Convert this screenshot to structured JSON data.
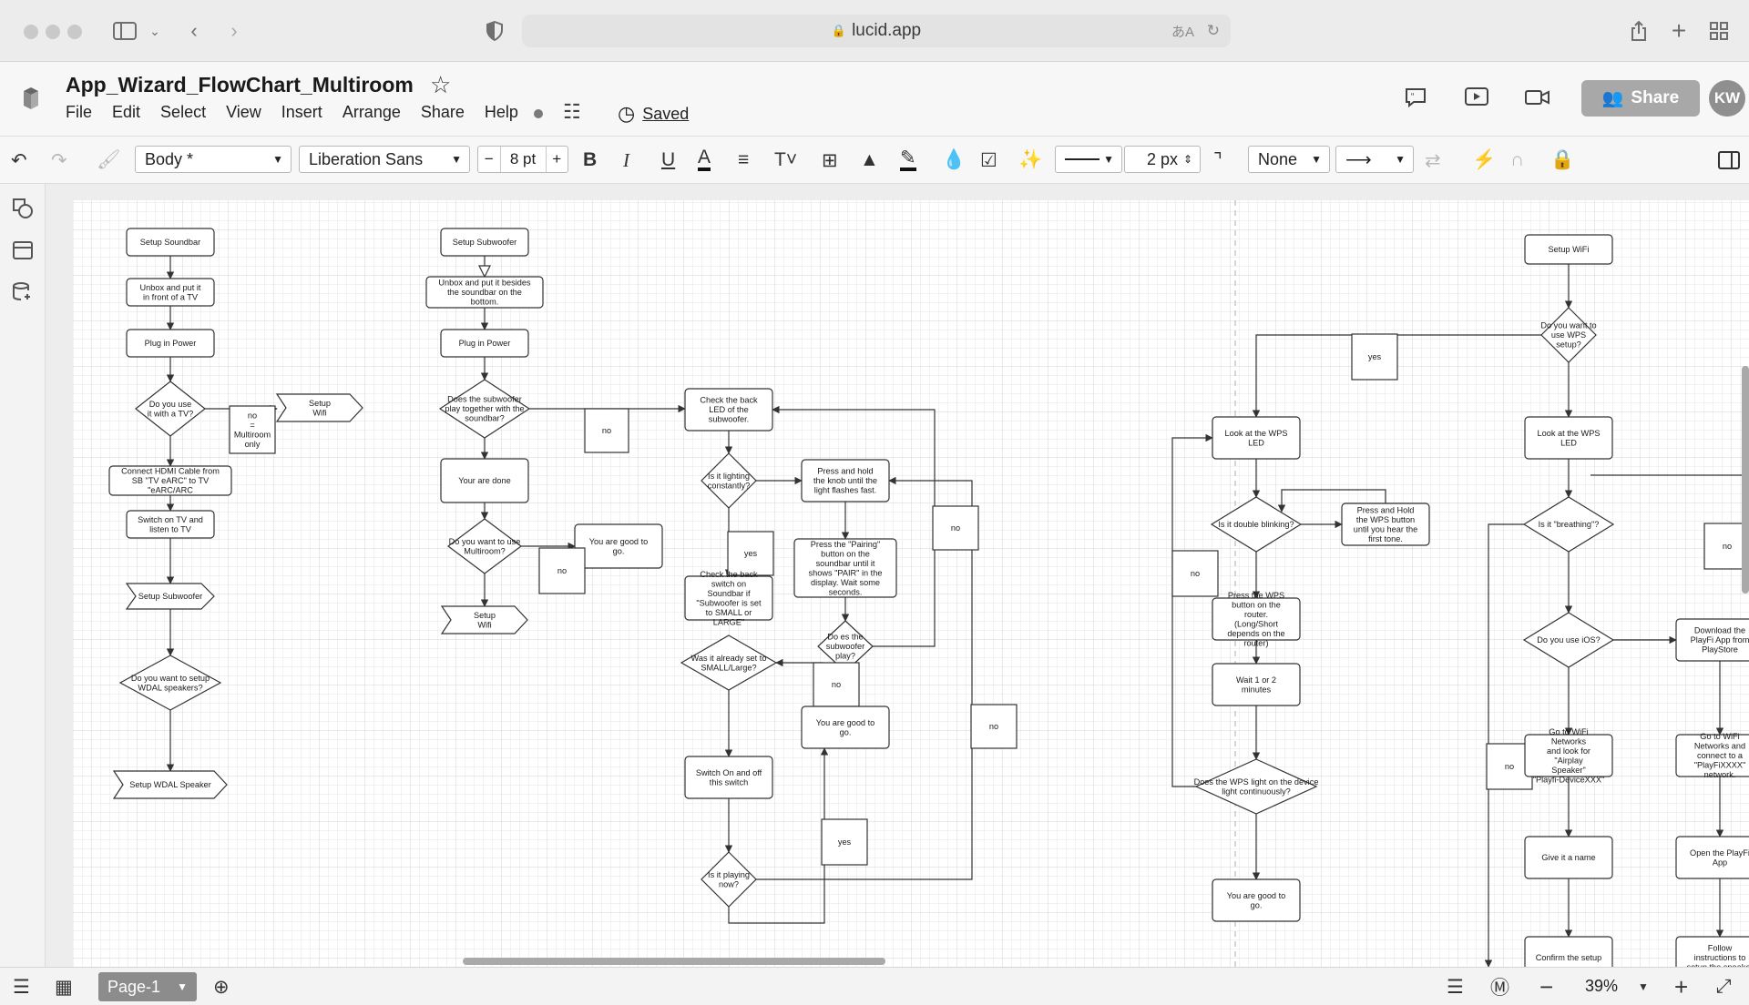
{
  "browser": {
    "url": "lucid.app"
  },
  "app": {
    "doc_title": "App_Wizard_FlowChart_Multiroom",
    "menu": [
      "File",
      "Edit",
      "Select",
      "View",
      "Insert",
      "Arrange",
      "Share",
      "Help"
    ],
    "saved_label": "Saved",
    "share_label": "Share",
    "avatar_initials": "KW"
  },
  "toolbar": {
    "text_style": "Body *",
    "font_family": "Liberation Sans",
    "font_size": "8 pt",
    "line_width": "2 px",
    "line_end": "None"
  },
  "bottom": {
    "page_tab": "Page-1",
    "zoom": "39%"
  },
  "canvas": {
    "labels": {
      "n1": "Setup Soundbar",
      "n2": "Unbox and put it|in front of a TV",
      "n3": "Plug in Power",
      "n4": "Do you use|it with a TV?",
      "n5": "Setup|Wifi",
      "n6": "no|=|Multiroom|only",
      "n7": "Connect HDMI Cable from|SB \"TV eARC\" to TV|\"eARC/ARC",
      "n8": "Switch on TV and|listen to TV",
      "n9": "Setup Subwoofer",
      "n10": "Do you want to setup|WDAL speakers?",
      "n11": "Setup WDAL Speaker",
      "s1": "Setup Subwoofer",
      "s2": "Unbox and put it besides|the soundbar on the|bottom.",
      "s3": "Plug in Power",
      "s4": "Does the subwoofer|play together with the|soundbar?",
      "s5": "no",
      "s6": "Your are done",
      "s7": "Do you want to use|Multiroom?",
      "s8": "You are good to|go.",
      "s9": "no",
      "s10": "Setup|Wifi",
      "c1": "Check the back|LED of the|subwoofer.",
      "c2": "Is it lighting|constantly?",
      "c3": "Press and hold|the knob until the|light flashes fast.",
      "c4": "yes",
      "c5": "Check the back|switch on|Soundbar if|\"Subwoofer is set|to SMALL or|LARGE\"",
      "c6": "Press the \"Pairing\"|button on the|soundbar until it|shows \"PAIR\" in the|display. Wait some|seconds.",
      "c7": "no",
      "c8": "Was it already set to|SMALL/Large?",
      "c9": "Do es the|subwoofer|play?",
      "c10": "no",
      "c11": "You are good to|go.",
      "c12": "no",
      "c13": "Switch On and off|this switch",
      "c14": "yes",
      "c15": "Is it playing|now?",
      "w1": "Look at the WPS|LED",
      "w2": "Is it double blinking?",
      "w3": "Press and Hold|the WPS button|until you hear the|first tone.",
      "w4": "no",
      "w5": "Press the WPS|button on the|router.|(Long/Short|depends on the|router)",
      "w6": "Wait 1 or 2|minutes",
      "w7": "Does the WPS light on the device|light continuously?",
      "w8": "You are good to|go.",
      "f1": "Setup WiFi",
      "f2": "Do you want to|use WPS|setup?",
      "f3": "yes",
      "f4": "Look at the WPS|LED",
      "f5": "Is it \"breathing\"?",
      "f6": "no",
      "f7": "Do you use iOS?",
      "f8": "Download the|PlayFi App from|PlayStore",
      "f9": "no",
      "f10": "Go to WiFi|Networks|and look for|\"Airplay|Speaker\"|\"Playfi-DeviceXXX\"",
      "f11": "Go to WiFi|Networks and|connect to a|\"PlayFiXXXX\"|network.",
      "f12": "Give it a name",
      "f13": "Open the PlayFi|App",
      "f14": "Confirm the setup",
      "f15": "Follow|instructions to|setup the speaker"
    }
  }
}
